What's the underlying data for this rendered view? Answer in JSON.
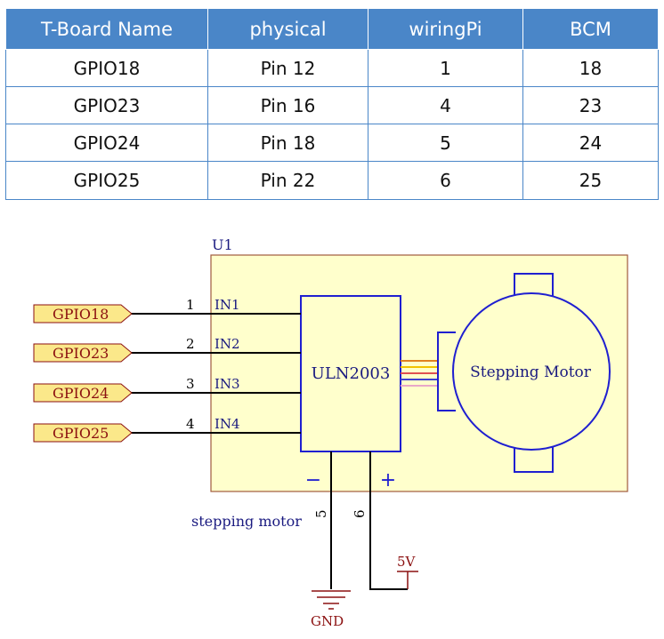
{
  "table": {
    "headers": [
      "T-Board Name",
      "physical",
      "wiringPi",
      "BCM"
    ],
    "rows": [
      [
        "GPIO18",
        "Pin 12",
        "1",
        "18"
      ],
      [
        "GPIO23",
        "Pin 16",
        "4",
        "23"
      ],
      [
        "GPIO24",
        "Pin 18",
        "5",
        "24"
      ],
      [
        "GPIO25",
        "Pin 22",
        "6",
        "25"
      ]
    ]
  },
  "schematic": {
    "component_label": "U1",
    "driver_label": "ULN2003",
    "motor_label": "Stepping Motor",
    "caption": "stepping motor",
    "minus_sign": "−",
    "plus_sign": "+",
    "pin5": "5",
    "pin6": "6",
    "power_label": "5V",
    "ground_label": "GND",
    "inputs": [
      {
        "gpio": "GPIO18",
        "pin": "1",
        "name": "IN1"
      },
      {
        "gpio": "GPIO23",
        "pin": "2",
        "name": "IN2"
      },
      {
        "gpio": "GPIO24",
        "pin": "3",
        "name": "IN3"
      },
      {
        "gpio": "GPIO25",
        "pin": "4",
        "name": "IN4"
      }
    ]
  },
  "colors": {
    "header_bg": "#4a86c8",
    "border": "#4a86c8",
    "box_fill": "#ffffcc",
    "box_border": "#a05a3c",
    "wire_blue": "#1f1fd0",
    "label_fill": "#fbe88a",
    "dark_red": "#8b1010",
    "navy_text": "#1a1a80",
    "motor_wires": [
      "#e08020",
      "#f2c200",
      "#e05050",
      "#4040d0",
      "#e8a8c8"
    ]
  }
}
